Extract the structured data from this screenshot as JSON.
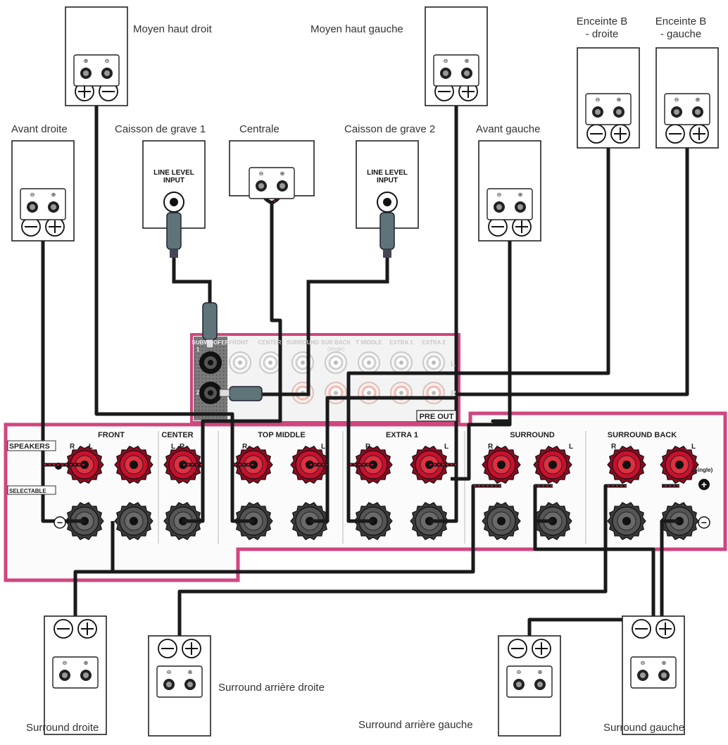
{
  "labels": {
    "top_middle_right": "Moyen haut droit",
    "top_middle_left": "Moyen haut gauche",
    "speaker_b_right_1": "Enceinte B",
    "speaker_b_right_2": "- droite",
    "speaker_b_left_1": "Enceinte B",
    "speaker_b_left_2": "- gauche",
    "front_right": "Avant droite",
    "subwoofer_1": "Caisson de grave 1",
    "center": "Centrale",
    "subwoofer_2": "Caisson de grave 2",
    "front_left": "Avant gauche",
    "surround_right": "Surround droite",
    "surround_back_right": "Surround arrière droite",
    "surround_back_left": "Surround arrière gauche",
    "surround_left": "Surround gauche"
  },
  "subwoofer_input_label_1": "LINE LEVEL",
  "subwoofer_input_label_2": "INPUT",
  "terminal_symbols": {
    "minus": "⊖",
    "plus": "⊕"
  },
  "preout_panel": {
    "columns": [
      "SUBWOOFER",
      "FRONT",
      "CENTER",
      "SURROUND",
      "SUR BACK",
      "T MIDDLE",
      "EXTRA 1",
      "EXTRA 2"
    ],
    "sub_numbers": [
      "1",
      "2"
    ],
    "single_note": "(Single)",
    "row_l": "L",
    "row_r": "R",
    "title": "PRE OUT"
  },
  "speaker_panel": {
    "sections": [
      "FRONT",
      "CENTER",
      "TOP MIDDLE",
      "EXTRA 1",
      "SURROUND",
      "SURROUND BACK"
    ],
    "speakers_label": "SPEAKERS",
    "selectable_label": "SELECTABLE",
    "channel_r": "R",
    "channel_l": "L",
    "single_note": "(Single)",
    "plus_symbol": "+",
    "minus_symbol": "−"
  },
  "colors": {
    "panel_border": "#d0467f",
    "red_terminal": "#c8102e",
    "cable": "#1a1a1a",
    "cable_red_stripe": "#c8102e",
    "rca_body": "#5e7478",
    "preout_red_ring": "#f2b8b0",
    "preout_white_ring": "#cfcfcf",
    "subwoofer_area": "#7a7a7a"
  }
}
